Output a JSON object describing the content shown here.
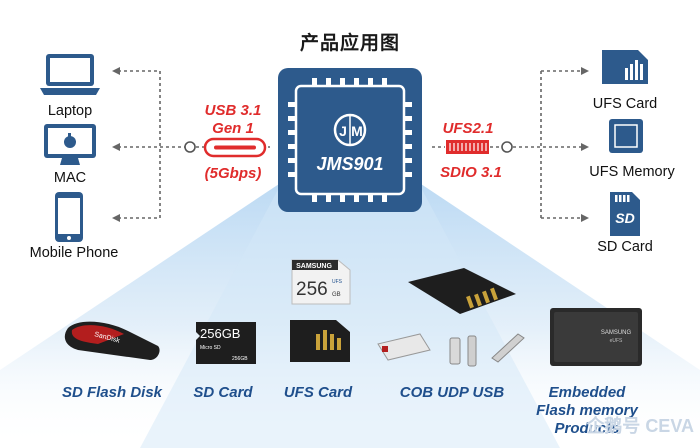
{
  "title": "产品应用图",
  "chip": {
    "name": "JMS901",
    "logo_text": "JM"
  },
  "left_interface": {
    "line1": "USB 3.1",
    "line2": "Gen 1",
    "line3": "(5Gbps)"
  },
  "right_interface": {
    "line1": "UFS2.1",
    "line2": "SDIO 3.1"
  },
  "hosts": [
    {
      "label": "Laptop",
      "icon": "laptop-icon"
    },
    {
      "label": "MAC",
      "icon": "mac-icon"
    },
    {
      "label": "Mobile Phone",
      "icon": "phone-icon"
    }
  ],
  "media": [
    {
      "label": "UFS Card",
      "icon": "ufs-card-icon"
    },
    {
      "label": "UFS Memory",
      "icon": "ufs-memory-icon"
    },
    {
      "label": "SD Card",
      "icon": "sd-card-icon"
    }
  ],
  "products": [
    {
      "label": "SD Flash Disk"
    },
    {
      "label": "SD Card"
    },
    {
      "label": "UFS Card"
    },
    {
      "label": "COB UDP USB"
    },
    {
      "label": "Embedded Flash memory Products",
      "line1": "Embedded",
      "line2": "Flash memory",
      "line3": "Products"
    }
  ],
  "product_printed": {
    "sd_capacity": "256GB",
    "sd_sub": "Micro SD",
    "sd_bottom": "256GB",
    "ufs_brand": "SAMSUNG",
    "ufs_capacity": "256",
    "ufs_tag": "UFS",
    "ufs_unit": "GB",
    "flash_brand": "SanDisk",
    "emb_brand": "SAMSUNG",
    "emb_sub": "eUFS"
  },
  "watermark": "企鹅号 CEVA",
  "colors": {
    "chip_bg": "#2d5a8c",
    "accent_red": "#e02c2c",
    "product_blue": "#1f4f8c",
    "beam": "#cfe3f6"
  }
}
